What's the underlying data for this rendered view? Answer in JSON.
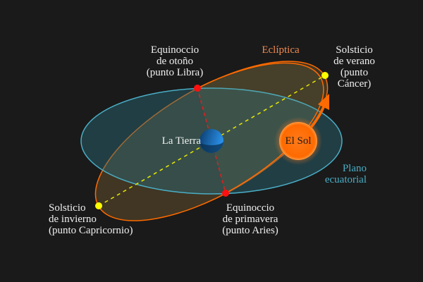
{
  "labels": {
    "libra": "Equinoccio\nde otoño\n(punto Libra)",
    "ecliptic": "Eclíptica",
    "cancer": "Solsticio\nde verano\n(punto\nCáncer)",
    "earth": "La Tierra",
    "sun": "El Sol",
    "equatorial": "Plano\necuatorial",
    "capricorn": "Solsticio\nde invierno\n(punto Capricornio)",
    "aries": "Equinoccio\nde primavera\n(punto Aries)"
  },
  "colors": {
    "background": "#1a1a1a",
    "ecliptic": "#ff6a00",
    "equatorial": "#4aaec6",
    "solstice": "#ffff00",
    "equinox": "#ff0000",
    "sun": "#ff6a10",
    "earth": "#1a7ad0"
  }
}
